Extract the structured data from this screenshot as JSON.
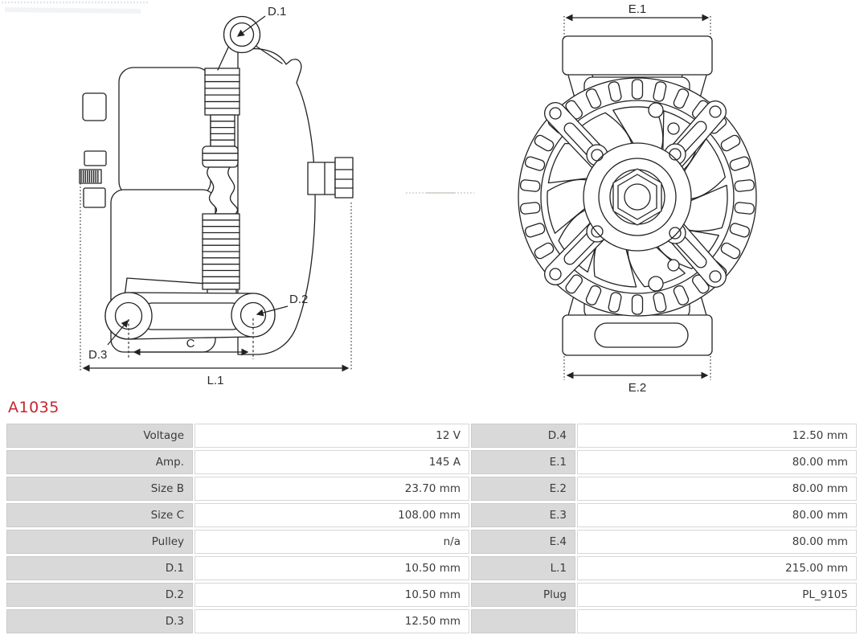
{
  "part_number": "A1035",
  "colors": {
    "part_number_red": "#c4262e",
    "label_cell_bg": "#d9d9d9",
    "cell_border": "#d7d7d7",
    "drawing_line": "#222222"
  },
  "annotations": {
    "d1": "D.1",
    "d2": "D.2",
    "d3": "D.3",
    "c": "C",
    "l1": "L.1",
    "e1": "E.1",
    "e2": "E.2"
  },
  "spec_table": {
    "left_rows": [
      {
        "label": "Voltage",
        "value": "12 V"
      },
      {
        "label": "Amp.",
        "value": "145 A"
      },
      {
        "label": "Size B",
        "value": "23.70 mm"
      },
      {
        "label": "Size C",
        "value": "108.00 mm"
      },
      {
        "label": "Pulley",
        "value": "n/a"
      },
      {
        "label": "D.1",
        "value": "10.50 mm"
      },
      {
        "label": "D.2",
        "value": "10.50 mm"
      },
      {
        "label": "D.3",
        "value": "12.50 mm"
      }
    ],
    "right_rows": [
      {
        "label": "D.4",
        "value": "12.50 mm"
      },
      {
        "label": "E.1",
        "value": "80.00 mm"
      },
      {
        "label": "E.2",
        "value": "80.00 mm"
      },
      {
        "label": "E.3",
        "value": "80.00 mm"
      },
      {
        "label": "E.4",
        "value": "80.00 mm"
      },
      {
        "label": "L.1",
        "value": "215.00 mm"
      },
      {
        "label": "Plug",
        "value": "PL_9105"
      },
      {
        "label": "",
        "value": ""
      }
    ]
  }
}
